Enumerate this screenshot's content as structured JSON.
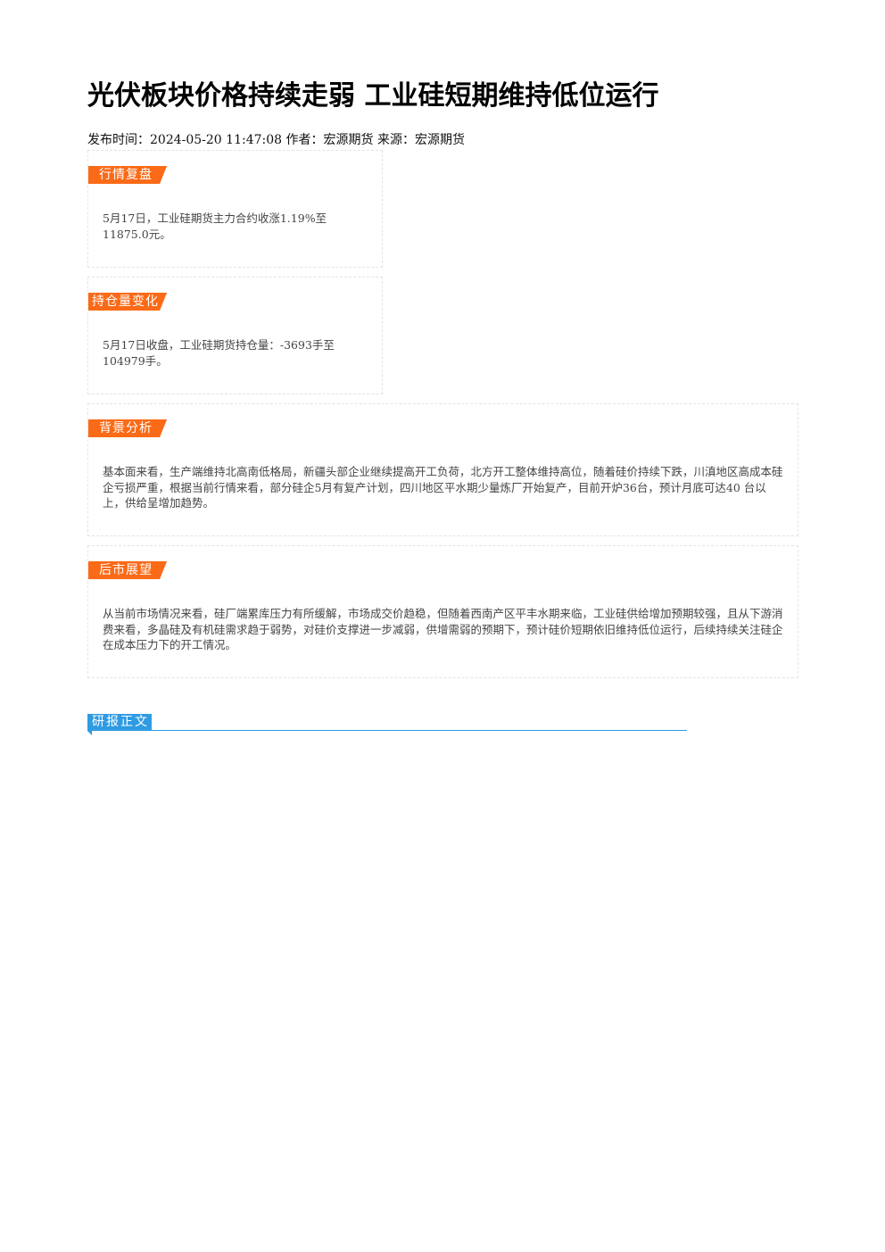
{
  "article": {
    "title": "光伏板块价格持续走弱 工业硅短期维持低位运行",
    "meta": {
      "published_label": "发布时间：",
      "published_value": "2024-05-20 11:47:08",
      "author_label": "作者：",
      "author_value": "宏源期货",
      "source_label": "来源：",
      "source_value": "宏源期货"
    }
  },
  "sections": {
    "market_review": {
      "title": "行情复盘",
      "body": "5月17日，工业硅期货主力合约收涨1.19%至11875.0元。"
    },
    "open_interest": {
      "title": "持仓量变化",
      "body": "5月17日收盘，工业硅期货持仓量：-3693手至104979手。"
    },
    "background": {
      "title": "背景分析",
      "body": "基本面来看，生产端维持北高南低格局，新疆头部企业继续提高开工负荷，北方开工整体维持高位，随着硅价持续下跌，川滇地区高成本硅企亏损严重，根据当前行情来看，部分硅企5月有复产计划，四川地区平水期少量炼厂开始复产，目前开炉36台，预计月底可达40 台以上，供给呈增加趋势。"
    },
    "outlook": {
      "title": "后市展望",
      "body": "从当前市场情况来看，硅厂端累库压力有所缓解，市场成交价趋稳，但随着西南产区平丰水期来临，工业硅供给增加预期较强，且从下游消费来看，多晶硅及有机硅需求趋于弱势，对硅价支撑进一步减弱，供增需弱的预期下，预计硅价短期依旧维持低位运行，后续持续关注硅企在成本压力下的开工情况。"
    }
  },
  "report": {
    "title": "研报正文"
  },
  "colors": {
    "section_tag": "#fb6a17",
    "report_tag": "#2f9be3",
    "card_border": "#e4e4e4"
  }
}
